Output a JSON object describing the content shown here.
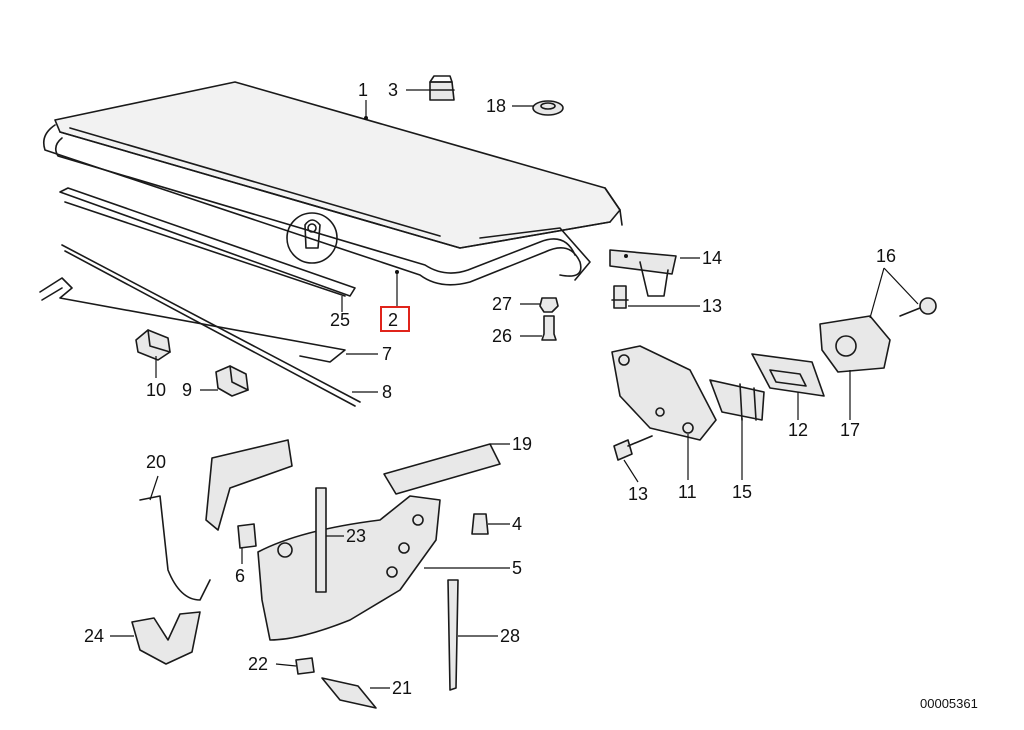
{
  "diagram": {
    "drawing_code": "00005361",
    "highlighted_part": "2",
    "highlight_color": "#e0241b",
    "callouts": [
      {
        "id": "1",
        "label": "1"
      },
      {
        "id": "2",
        "label": "2"
      },
      {
        "id": "3",
        "label": "3"
      },
      {
        "id": "4",
        "label": "4"
      },
      {
        "id": "5",
        "label": "5"
      },
      {
        "id": "6",
        "label": "6"
      },
      {
        "id": "7",
        "label": "7"
      },
      {
        "id": "8",
        "label": "8"
      },
      {
        "id": "9",
        "label": "9"
      },
      {
        "id": "10",
        "label": "10"
      },
      {
        "id": "11",
        "label": "11"
      },
      {
        "id": "12",
        "label": "12"
      },
      {
        "id": "13a",
        "label": "13"
      },
      {
        "id": "13b",
        "label": "13"
      },
      {
        "id": "14",
        "label": "14"
      },
      {
        "id": "15",
        "label": "15"
      },
      {
        "id": "16",
        "label": "16"
      },
      {
        "id": "17",
        "label": "17"
      },
      {
        "id": "18",
        "label": "18"
      },
      {
        "id": "19",
        "label": "19"
      },
      {
        "id": "20",
        "label": "20"
      },
      {
        "id": "21",
        "label": "21"
      },
      {
        "id": "22",
        "label": "22"
      },
      {
        "id": "23",
        "label": "23"
      },
      {
        "id": "24",
        "label": "24"
      },
      {
        "id": "25",
        "label": "25"
      },
      {
        "id": "26",
        "label": "26"
      },
      {
        "id": "27",
        "label": "27"
      },
      {
        "id": "28",
        "label": "28"
      }
    ]
  }
}
